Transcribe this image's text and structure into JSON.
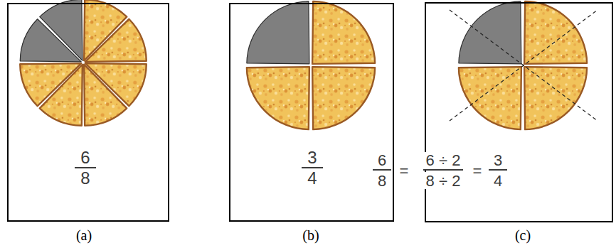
{
  "diagram": {
    "nodes": [
      {
        "text": [
          "6",
          "8"
        ]
      },
      {
        "text": [
          "3",
          "4"
        ]
      }
    ],
    "labels": [
      "6",
      "8",
      "=",
      "6 ÷ 2",
      "8 ÷ 2",
      "=",
      "3",
      "4",
      "(a)",
      "(b)",
      "(c)"
    ]
  }
}
